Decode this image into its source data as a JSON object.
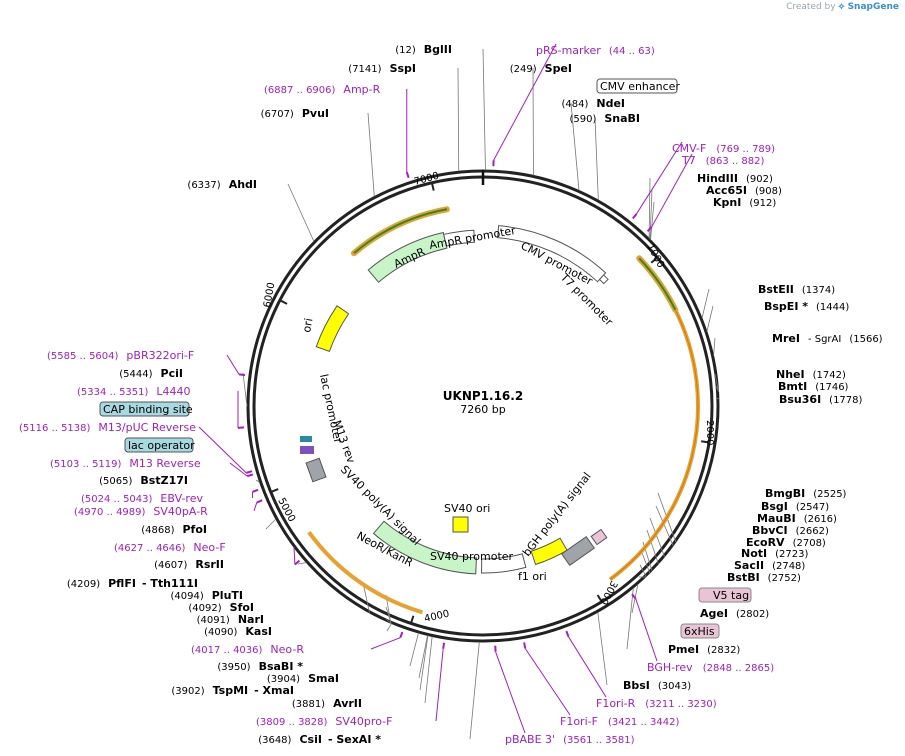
{
  "credit": {
    "prefix": "Created by",
    "brand": "SnapGene"
  },
  "plasmid": {
    "name": "UKNP1.16.2",
    "size_label": "7260 bp"
  },
  "ruler": [
    "1000",
    "2000",
    "3000",
    "4000",
    "5000",
    "6000",
    "7000"
  ],
  "sites": [
    {
      "name": "BglII",
      "pos": "(12)"
    },
    {
      "name": "SpeI",
      "pos": "(249)"
    },
    {
      "name": "NdeI",
      "pos": "(484)"
    },
    {
      "name": "SnaBI",
      "pos": "(590)"
    },
    {
      "name": "HindIII",
      "pos": "(902)"
    },
    {
      "name": "Acc65I",
      "pos": "(908)"
    },
    {
      "name": "KpnI",
      "pos": "(912)"
    },
    {
      "name": "BstEII",
      "pos": "(1374)"
    },
    {
      "name": "BspEI *",
      "pos": "(1444)"
    },
    {
      "name": "MreI",
      "pos": "- SgrAI",
      "pos2": "(1566)"
    },
    {
      "name": "NheI",
      "pos": "(1742)"
    },
    {
      "name": "BmtI",
      "pos": "(1746)"
    },
    {
      "name": "Bsu36I",
      "pos": "(1778)"
    },
    {
      "name": "BmgBI",
      "pos": "(2525)"
    },
    {
      "name": "BsgI",
      "pos": "(2547)"
    },
    {
      "name": "MauBI",
      "pos": "(2616)"
    },
    {
      "name": "BbvCI",
      "pos": "(2662)"
    },
    {
      "name": "EcoRV",
      "pos": "(2708)"
    },
    {
      "name": "NotI",
      "pos": "(2723)"
    },
    {
      "name": "SacII",
      "pos": "(2748)"
    },
    {
      "name": "BstBI",
      "pos": "(2752)"
    },
    {
      "name": "AgeI",
      "pos": "(2802)"
    },
    {
      "name": "PmeI",
      "pos": "(2832)"
    },
    {
      "name": "BbsI",
      "pos": "(3043)"
    },
    {
      "name": "CsiI",
      "pos": "(3648)",
      "extra": "- SexAI *"
    },
    {
      "name": "AvrII",
      "pos": "(3881)"
    },
    {
      "name": "TspMI",
      "pos": "(3902)",
      "extra": "- XmaI"
    },
    {
      "name": "SmaI",
      "pos": "(3904)"
    },
    {
      "name": "BsaBI *",
      "pos": "(3950)"
    },
    {
      "name": "KasI",
      "pos": "(4090)"
    },
    {
      "name": "NarI",
      "pos": "(4091)"
    },
    {
      "name": "SfoI",
      "pos": "(4092)"
    },
    {
      "name": "PluTI",
      "pos": "(4094)"
    },
    {
      "name": "PflFI",
      "pos": "(4209)",
      "extra": "- Tth111I"
    },
    {
      "name": "RsrII",
      "pos": "(4607)"
    },
    {
      "name": "PfoI",
      "pos": "(4868)"
    },
    {
      "name": "BstZ17I",
      "pos": "(5065)"
    },
    {
      "name": "PciI",
      "pos": "(5444)"
    },
    {
      "name": "AhdI",
      "pos": "(6337)"
    },
    {
      "name": "PvuI",
      "pos": "(6707)"
    },
    {
      "name": "SspI",
      "pos": "(7141)"
    }
  ],
  "primers": [
    {
      "name": "pRS-marker",
      "range": "(44 .. 63)"
    },
    {
      "name": "CMV-F",
      "range": "(769 .. 789)"
    },
    {
      "name": "T7",
      "range": "(863 .. 882)"
    },
    {
      "name": "BGH-rev",
      "range": "(2848 .. 2865)"
    },
    {
      "name": "F1ori-R",
      "range": "(3211 .. 3230)"
    },
    {
      "name": "F1ori-F",
      "range": "(3421 .. 3442)"
    },
    {
      "name": "pBABE 3'",
      "range": "(3561 .. 3581)"
    },
    {
      "name": "SV40pro-F",
      "range": "(3809 .. 3828)"
    },
    {
      "name": "Neo-R",
      "range": "(4017 .. 4036)"
    },
    {
      "name": "Neo-F",
      "range": "(4627 .. 4646)"
    },
    {
      "name": "SV40pA-R",
      "range": "(4970 .. 4989)"
    },
    {
      "name": "EBV-rev",
      "range": "(5024 .. 5043)"
    },
    {
      "name": "M13 Reverse",
      "range": "(5103 .. 5119)"
    },
    {
      "name": "M13/pUC Reverse",
      "range": "(5116 .. 5138)"
    },
    {
      "name": "L4440",
      "range": "(5334 .. 5351)"
    },
    {
      "name": "pBR322ori-F",
      "range": "(5585 .. 5604)"
    },
    {
      "name": "Amp-R",
      "range": "(6887 .. 6906)"
    }
  ],
  "boxed_features": [
    {
      "name": "CMV enhancer",
      "color": "#ffffff"
    },
    {
      "name": "V5 tag",
      "color": "#e8c4d4"
    },
    {
      "name": "6xHis",
      "color": "#e8c4d4"
    },
    {
      "name": "CAP binding site",
      "color": "#a8d8e0"
    },
    {
      "name": "lac operator",
      "color": "#a8d8e0"
    }
  ],
  "features": [
    {
      "name": "CMV promoter"
    },
    {
      "name": "T7 promoter"
    },
    {
      "name": "bGH poly(A) signal"
    },
    {
      "name": "f1 ori"
    },
    {
      "name": "SV40 promoter"
    },
    {
      "name": "SV40 ori"
    },
    {
      "name": "NeoR/KanR"
    },
    {
      "name": "SV40 poly(A) signal"
    },
    {
      "name": "M13 rev"
    },
    {
      "name": "lac promoter"
    },
    {
      "name": "ori"
    },
    {
      "name": "AmpR"
    },
    {
      "name": "AmpR promoter"
    }
  ],
  "colors": {
    "primer": "#a020c0",
    "orf_outline": "#e8a030",
    "orf_green": "#2a8a2a",
    "promoter_green": "#c8f5c8",
    "ori_yellow": "#ffff00",
    "gray_feature": "#a0a4a8"
  }
}
